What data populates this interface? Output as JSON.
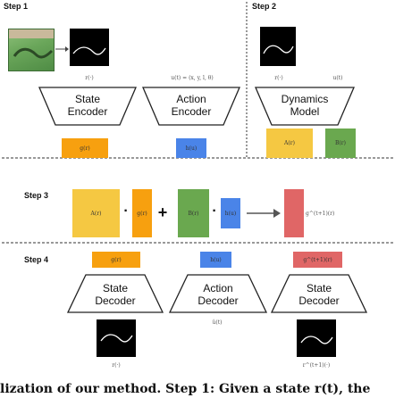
{
  "steps": {
    "s1": "Step 1",
    "s2": "Step 2",
    "s3": "Step 3",
    "s4": "Step 4"
  },
  "step1": {
    "img_label": "r(·)",
    "action_formula": "u(t) = (x, y, l, θ)",
    "state_encoder": [
      "State",
      "Encoder"
    ],
    "action_encoder": [
      "Action",
      "Encoder"
    ],
    "z_label": "g(r)",
    "a_label": "h(u)"
  },
  "step2": {
    "img_label": "r(·)",
    "u_label": "u(t)",
    "dynamics_model": [
      "Dynamics",
      "Model"
    ],
    "A_label": "A(r)",
    "B_label": "B(r)"
  },
  "step3": {
    "A_label": "A(r)",
    "z_label": "g(r)",
    "B_label": "B(r)",
    "a_label": "h(u)",
    "z_next_label": "g^(t+1)(r)",
    "dot": "·",
    "plus": "+"
  },
  "step4": {
    "z_label": "g(r)",
    "a_label": "h(u)",
    "z_next_label": "g^(t+1)(r)",
    "state_decoder_1": [
      "State",
      "Decoder"
    ],
    "action_decoder": [
      "Action",
      "Decoder"
    ],
    "state_decoder_2": [
      "State",
      "Decoder"
    ],
    "u_out": "û(t)",
    "r_out": "r(·)",
    "r_next": "r^(t+1)(·)"
  },
  "caption": "lization of our method. Step 1: Given a state r(t), the",
  "colors": {
    "orange": "#f7a00f",
    "blue": "#4a84e8",
    "yellow": "#f5c842",
    "green": "#6aa84f",
    "red": "#e06666"
  }
}
